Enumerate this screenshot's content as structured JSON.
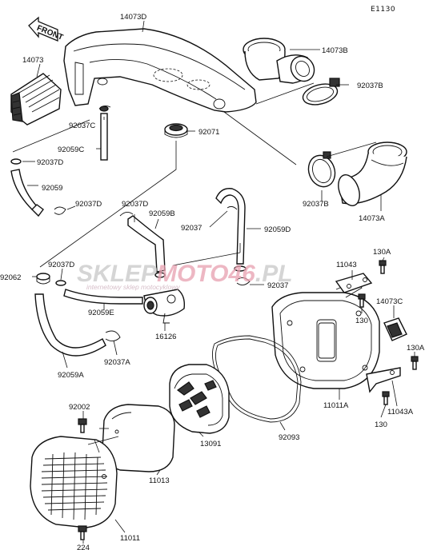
{
  "diagram_code": "E1130",
  "front_label": "FRONT",
  "watermark": {
    "brand_left": "SKLEP",
    "brand_mid": "MOTO",
    "brand_num": "46",
    "brand_tld": ".PL",
    "tagline": "internetowy sklep motocyklowy"
  },
  "colors": {
    "watermark_grey": "#c8c8c8",
    "watermark_red": "#e8a0b0",
    "ink": "#111111"
  },
  "labels": {
    "p14073D": "14073D",
    "p14073": "14073",
    "p14073B": "14073B",
    "p92037B_top": "92037B",
    "p92037C": "92037C",
    "p92071": "92071",
    "p92059C": "92059C",
    "p92037D_a": "92037D",
    "p92059": "92059",
    "p92037D_b": "92037D",
    "p92037D_c": "92037D",
    "p92059B": "92059B",
    "p92037_a": "92037",
    "p92059D": "92059D",
    "p92037B_mid": "92037B",
    "p14073A": "14073A",
    "p92062": "92062",
    "p92037D_d": "92037D",
    "p92059E": "92059E",
    "p92037_b": "92037",
    "p11043": "11043",
    "p130_a": "130A",
    "p14073C": "14073C",
    "p130_b": "130",
    "p16126": "16126",
    "p92037A": "92037A",
    "p92059A": "92059A",
    "p130_c": "130A",
    "p11011A": "11011A",
    "p11043A": "11043A",
    "p130_d": "130",
    "p92002": "92002",
    "p13091": "13091",
    "p92093": "92093",
    "p11013": "11013",
    "p11011": "11011",
    "p224": "224"
  }
}
